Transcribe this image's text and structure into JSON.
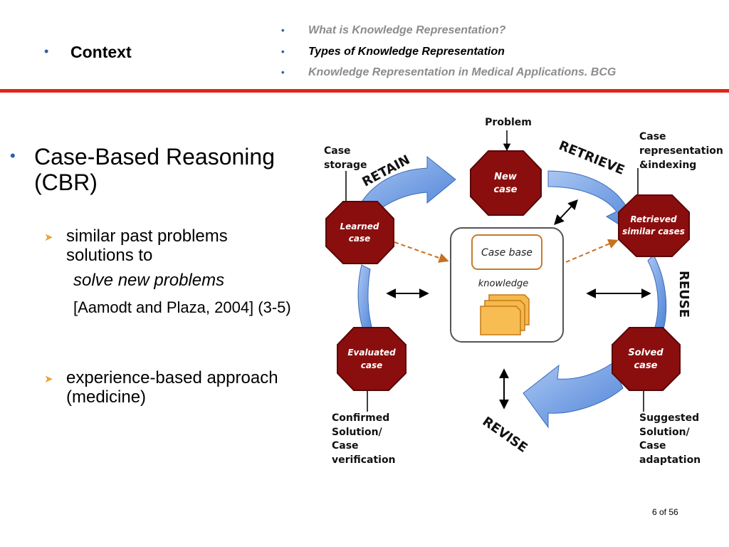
{
  "header": {
    "context": "Context",
    "topics": [
      "What is Knowledge Representation?",
      "Types of Knowledge Representation",
      "Knowledge Representation in Medical Applications. BCG"
    ]
  },
  "main": {
    "title": "Case-Based Reasoning (CBR)",
    "points": {
      "line1": "similar past problems solutions to",
      "line2": "solve new problems",
      "line3": "[Aamodt and Plaza, 2004] (3-5)",
      "line4": "experience-based approach (medicine)"
    }
  },
  "diagram": {
    "problem": "Problem",
    "new_case": [
      "New",
      "case"
    ],
    "retrieved_case": [
      "Retrieved",
      "similar cases"
    ],
    "solved_case": [
      "Solved",
      "case"
    ],
    "evaluated_case": [
      "Evaluated",
      "case"
    ],
    "learned_case": [
      "Learned",
      "case"
    ],
    "case_base": "Case base",
    "knowledge": "knowledge",
    "retain": "RETAIN",
    "retrieve": "RETRIEVE",
    "reuse": "REUSE",
    "revise": "REVISE",
    "case_storage": [
      "Case",
      "storage"
    ],
    "case_representation": [
      "Case",
      "representation",
      "&indexing"
    ],
    "confirmed_solution": [
      "Confirmed",
      "Solution/",
      "Case",
      "verification"
    ],
    "suggested_solution": [
      "Suggested",
      "Solution/",
      "Case",
      "adaptation"
    ]
  },
  "footer": {
    "page": "6 of 56"
  },
  "colors": {
    "accent_red": "#e0251b",
    "bullet_blue": "#2a5fa8",
    "octagon": "#8b0e0e",
    "cycle_arrow": "#6a9ae0"
  }
}
